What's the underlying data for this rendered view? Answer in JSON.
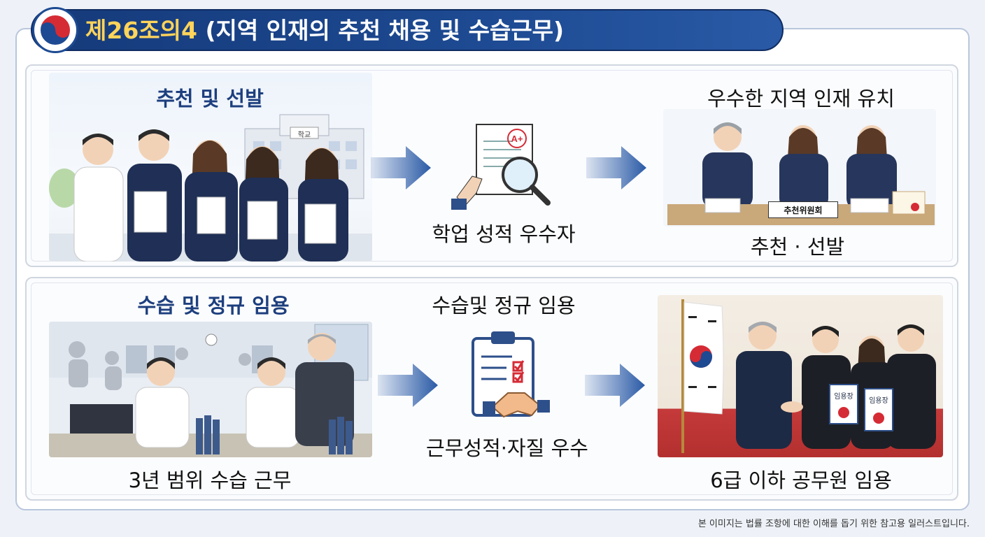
{
  "header": {
    "article_number": "제26조의4",
    "article_title": "(지역 인재의 추천 채용 및 수습근무)"
  },
  "row1": {
    "left_heading": "추천 및 선발",
    "school_sign": "학교",
    "middle_caption": "학업 성적 우수자",
    "grade_mark": "A+",
    "right_heading": "우수한 지역 인재 유치",
    "committee_sign": "추천위원회",
    "right_caption": "추천 · 선발"
  },
  "row2": {
    "left_heading": "수습 및 정규 임용",
    "left_caption": "3년 범위 수습 근무",
    "middle_heading": "수습및 정규 임용",
    "middle_caption": "근무성적·자질 우수",
    "certificate_1": "임용장",
    "certificate_2": "임용장",
    "right_caption": "6급 이하 공무원 임용"
  },
  "footnote": "본 이미지는 법률 조항에 대한 이해를 돕기 위한 참고용 일러스트입니다.",
  "colors": {
    "title_bar": "#1d4a92",
    "title_highlight": "#ffd45a",
    "heading_blue": "#1d3f7e",
    "arrow_blue": "#2a5aa6"
  }
}
